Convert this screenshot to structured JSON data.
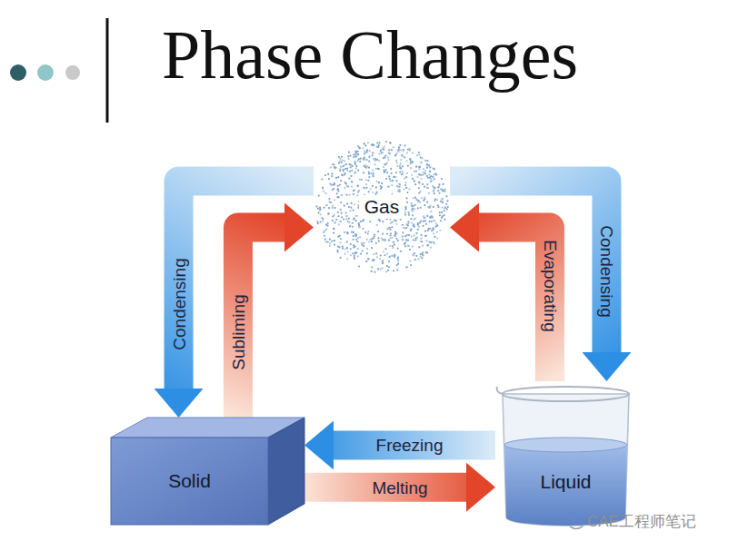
{
  "diagram": {
    "title": "Phase Changes",
    "nodes": [
      {
        "text": [
          "Gas"
        ]
      },
      {
        "text": [
          "Solid"
        ]
      },
      {
        "text": [
          "Liquid"
        ]
      }
    ],
    "edges": [
      {
        "from": 0,
        "to": 1,
        "label": "Condensing",
        "arrow": "to"
      },
      {
        "from": 1,
        "to": 0,
        "label": "Subliming",
        "arrow": "to"
      },
      {
        "from": 2,
        "to": 0,
        "label": "Evaporating",
        "arrow": "to"
      },
      {
        "from": 0,
        "to": 2,
        "label": "Condensing",
        "arrow": "to"
      },
      {
        "from": 2,
        "to": 1,
        "label": "Freezing",
        "arrow": "to"
      },
      {
        "from": 1,
        "to": 2,
        "label": "Melting",
        "arrow": "to"
      }
    ],
    "labels": [
      "CAE工程师笔记"
    ]
  }
}
